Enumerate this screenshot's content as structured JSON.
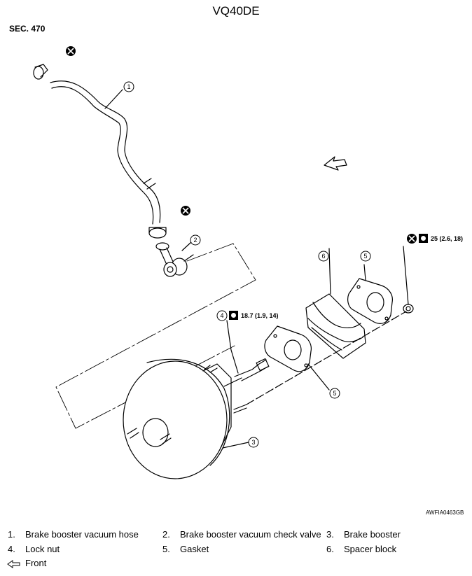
{
  "header": {
    "title": "VQ40DE",
    "section": "SEC. 470",
    "figure_id": "AWFIA0463GB"
  },
  "callouts": {
    "c1": "1",
    "c2": "2",
    "c3": "3",
    "c4": "4",
    "c5a": "5",
    "c5b": "5",
    "c6": "6"
  },
  "torque": {
    "lock_nut": "18.7 (1.9, 14)",
    "spacer_nut": "25 (2.6, 18)"
  },
  "legend": {
    "items": [
      {
        "num": "1.",
        "label": "Brake booster vacuum hose"
      },
      {
        "num": "2.",
        "label": "Brake booster vacuum check valve"
      },
      {
        "num": "3.",
        "label": "Brake booster"
      },
      {
        "num": "4.",
        "label": "Lock nut"
      },
      {
        "num": "5.",
        "label": "Gasket"
      },
      {
        "num": "6.",
        "label": "Spacer block"
      }
    ],
    "front_label": "Front"
  },
  "icons": {
    "replace": "do-not-reuse-icon",
    "torque": "torque-wrench-icon",
    "front": "front-arrow-icon"
  }
}
